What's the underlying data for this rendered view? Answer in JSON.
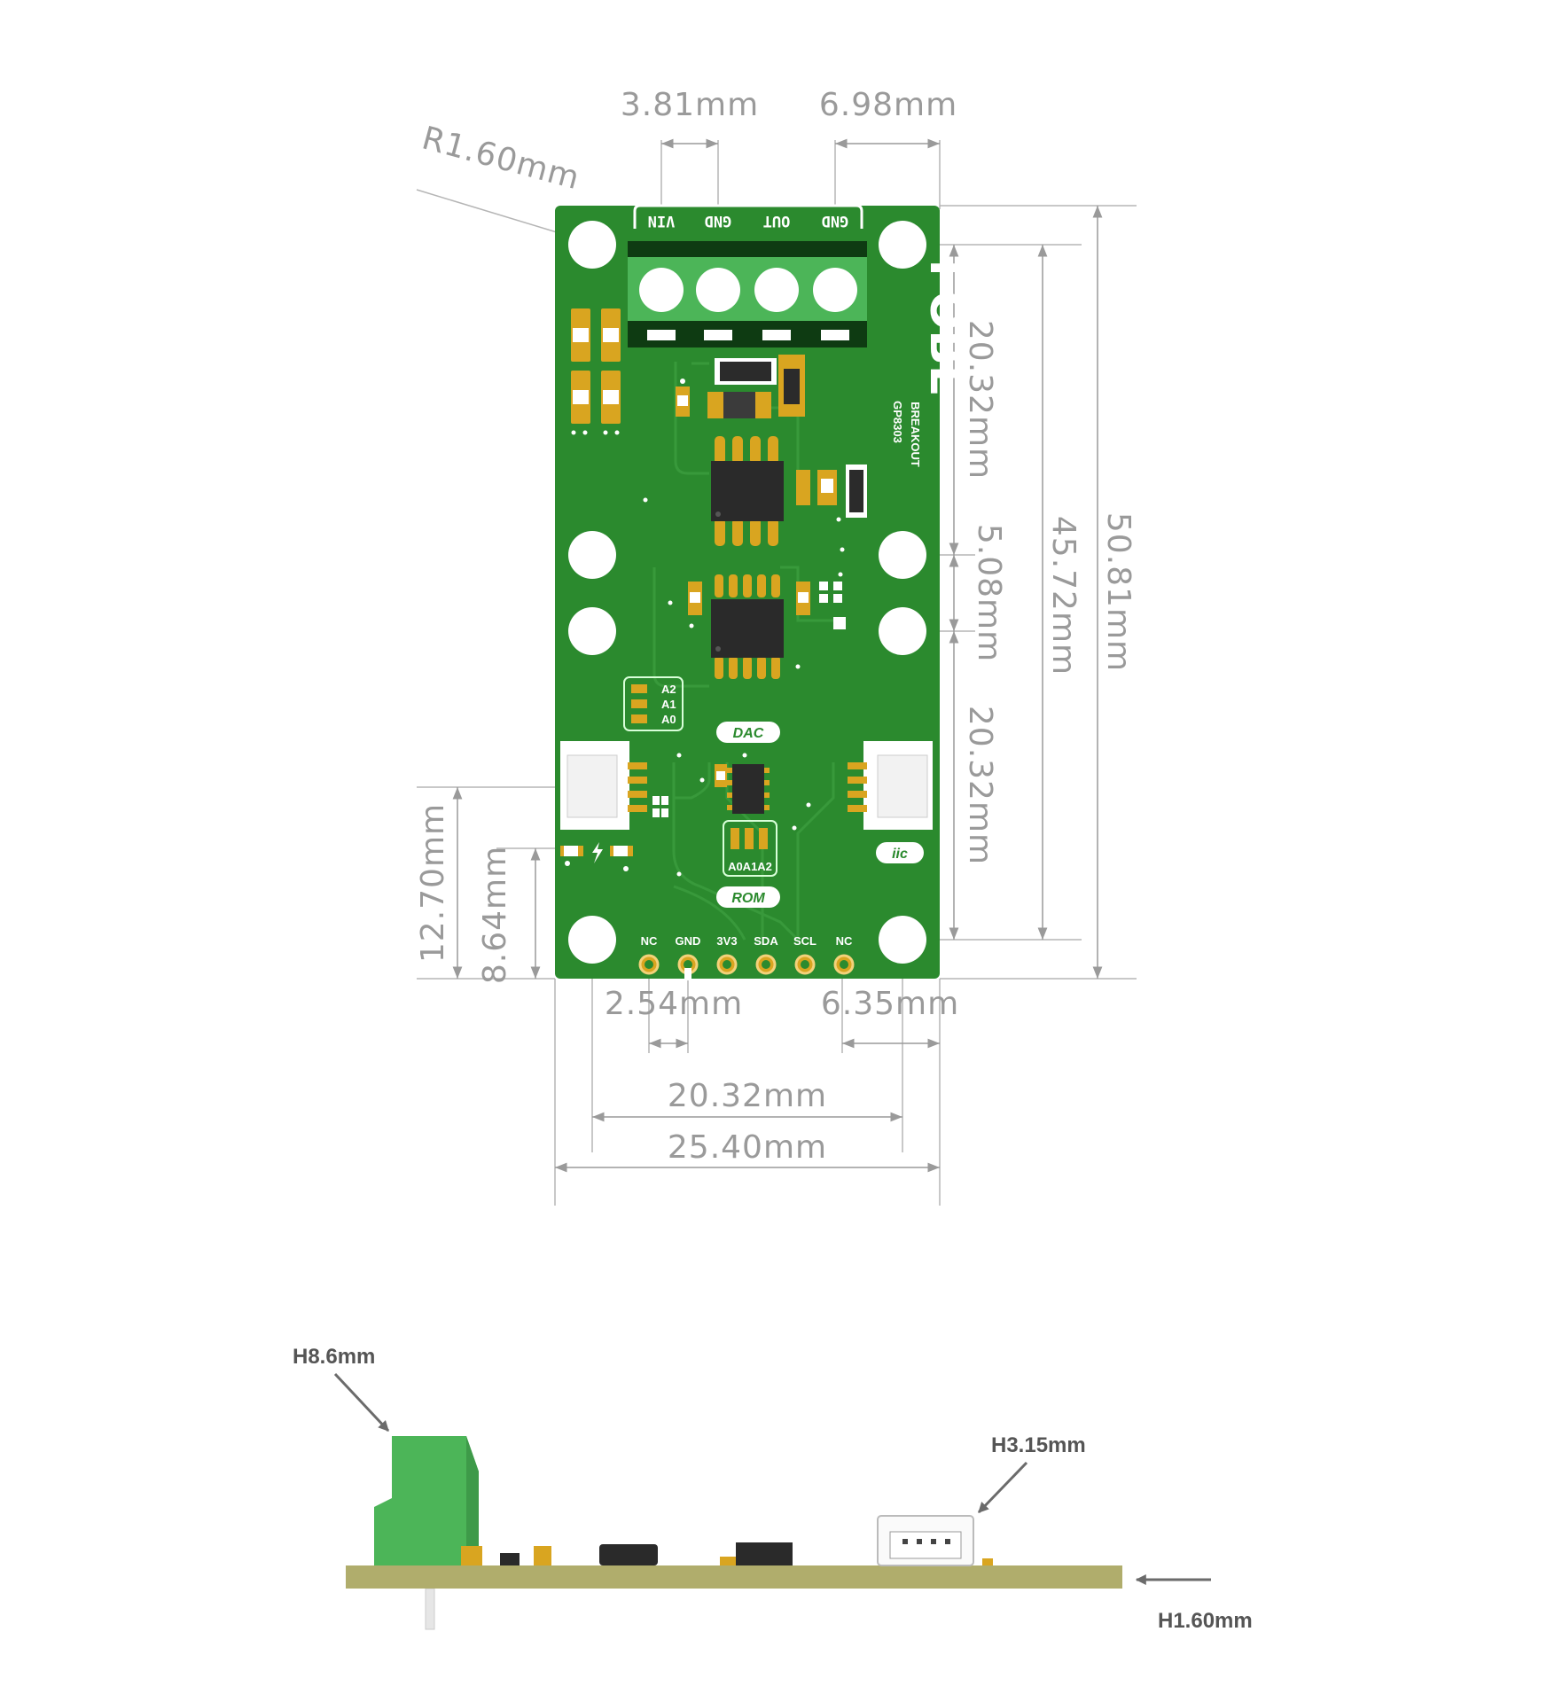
{
  "top_view": {
    "radius_label": "R1.60mm",
    "dims": {
      "d_3_81": "3.81mm",
      "d_6_98": "6.98mm",
      "d_20_32_top": "20.32mm",
      "d_5_08": "5.08mm",
      "d_20_32_right": "20.32mm",
      "d_45_72": "45.72mm",
      "d_50_81": "50.81mm",
      "d_12_70": "12.70mm",
      "d_8_64": "8.64mm",
      "d_2_54": "2.54mm",
      "d_6_35": "6.35mm",
      "d_20_32_bottom": "20.32mm",
      "d_25_40": "25.40mm"
    },
    "terminal_labels": [
      "VIN",
      "GND",
      "OUT",
      "GND"
    ],
    "brand": {
      "logo": "FOBE",
      "line1": "BREAKOUT",
      "line2": "GP8303"
    },
    "jumper_labels": [
      "A2",
      "A1",
      "A0"
    ],
    "rom_jumper_label": "A0A1A2",
    "tags": {
      "dac": "DAC",
      "rom": "ROM",
      "iic": "iic"
    },
    "pin_labels": [
      "NC",
      "GND",
      "3V3",
      "SDA",
      "SCL",
      "NC"
    ]
  },
  "side_view": {
    "h_terminal": "H8.6mm",
    "h_connector": "H3.15mm",
    "h_board": "H1.60mm"
  },
  "colors": {
    "pcb_green": "#2b8a2e",
    "terminal_green": "#4cb558",
    "side_pcb": "#b0ad6c",
    "dimension_gray": "#9a9a9a",
    "pad_gold": "#d9a520"
  },
  "icon_names": [
    "lightning-icon",
    "arrow-icon"
  ]
}
